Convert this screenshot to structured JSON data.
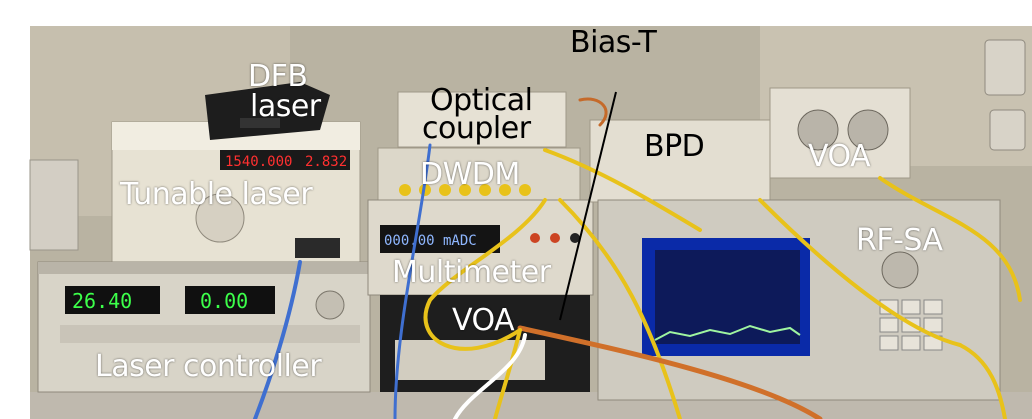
{
  "labels": {
    "bias_t": "Bias-T",
    "dfb": "DFB",
    "dfb_laser": "laser",
    "optical": "Optical",
    "coupler": "coupler",
    "bpd": "BPD",
    "voa_top": "VOA",
    "tunable_laser": "Tunable laser",
    "dwdm": "DWDM",
    "rf_sa": "RF-SA",
    "multimeter": "Multimeter",
    "voa_bottom": "VOA",
    "laser_controller": "Laser controller"
  },
  "displays": {
    "tunable_freq": "1540.000",
    "tunable_power": "2.832",
    "controller_temp": "26.40",
    "controller_current": "0.00",
    "multimeter_reading": "000.00 mADC"
  },
  "colors": {
    "label_white": "#ffffff",
    "label_black": "#000000",
    "fiber_yellow": "#e8c21a",
    "fiber_blue": "#3f6fd0",
    "fiber_orange": "#d0702a",
    "display_red": "#ff3030",
    "display_green": "#3cff4a",
    "display_blue": "#8fb7ff",
    "spectrum_bg": "#0a2aa8"
  }
}
